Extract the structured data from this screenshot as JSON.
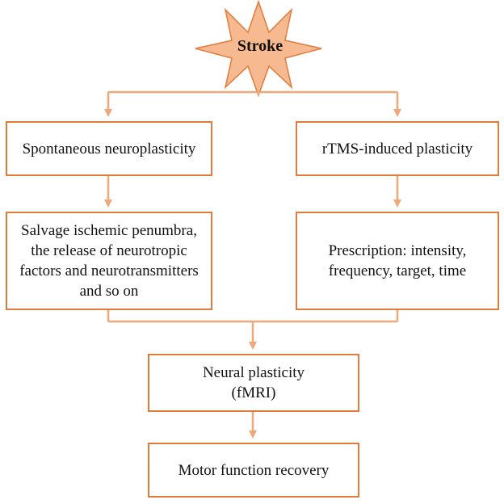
{
  "star": {
    "label": "Stroke"
  },
  "boxes": {
    "spontaneous": {
      "text": "Spontaneous neuroplasticity"
    },
    "rtms": {
      "text": "rTMS-induced plasticity"
    },
    "salvage": {
      "lines": [
        "Salvage ischemic penumbra,",
        "the release of neurotropic",
        "factors and neurotransmitters",
        "and so on"
      ]
    },
    "prescription": {
      "lines": [
        "Prescription: intensity,",
        "frequency, target, time"
      ]
    },
    "neural": {
      "lines": [
        "Neural plasticity",
        "(fMRI)"
      ]
    },
    "motor": {
      "text": "Motor function recovery"
    }
  },
  "colors": {
    "line": "#f0a878",
    "border": "#e07b3a",
    "star_fill": "#f7b98f",
    "star_stroke": "#e07b3a"
  }
}
